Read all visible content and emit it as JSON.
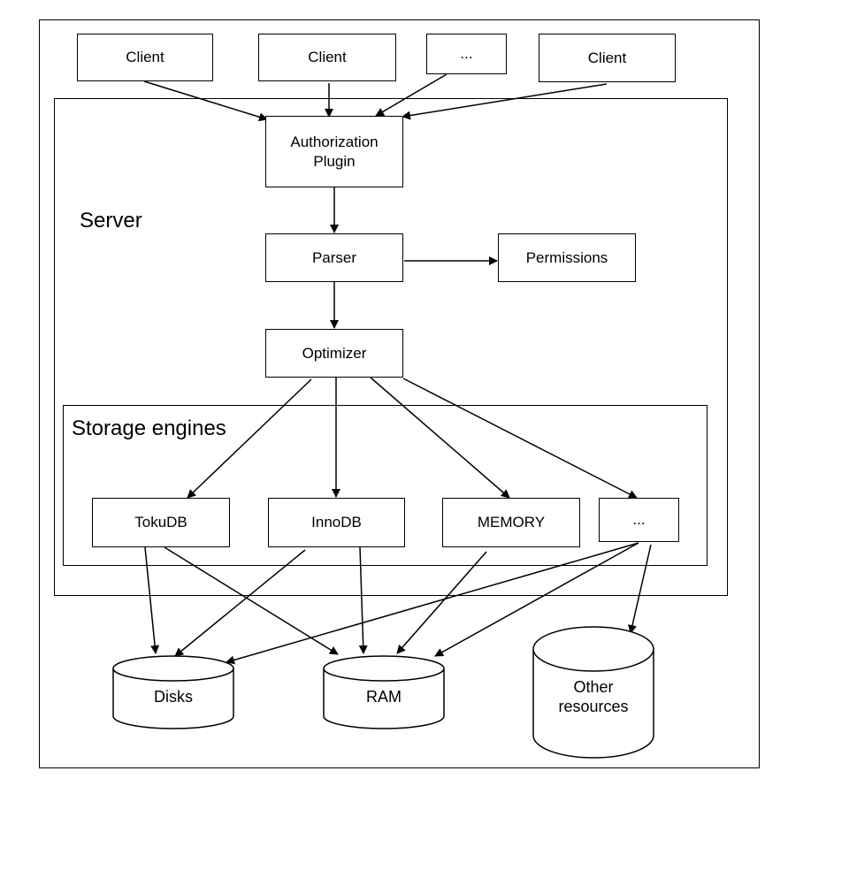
{
  "labels": {
    "client_1": "Client",
    "client_2": "Client",
    "client_ellipsis": "...",
    "client_3": "Client",
    "server": "Server",
    "authorization_plugin_line1": "Authorization",
    "authorization_plugin_line2": "Plugin",
    "parser": "Parser",
    "permissions": "Permissions",
    "optimizer": "Optimizer",
    "storage_engines": "Storage engines",
    "tokudb": "TokuDB",
    "innodb": "InnoDB",
    "memory": "MEMORY",
    "engine_ellipsis": "...",
    "disks": "Disks",
    "ram": "RAM",
    "other_resources_line1": "Other",
    "other_resources_line2": "resources"
  },
  "colors": {
    "line": "#000000",
    "background": "#ffffff"
  }
}
